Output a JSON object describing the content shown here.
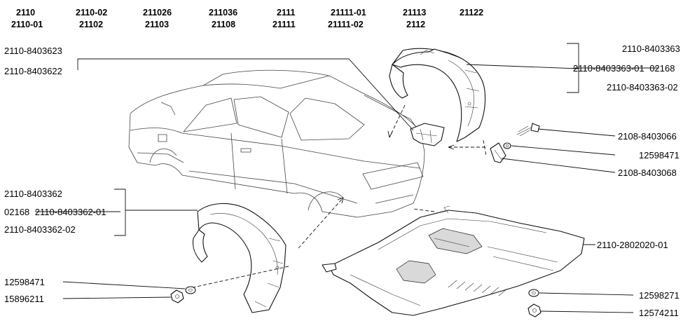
{
  "models": [
    {
      "line1": "2110",
      "line2": "2110-01"
    },
    {
      "line1": "2110-02",
      "line2": "21102"
    },
    {
      "line1": "211026",
      "line2": "21103"
    },
    {
      "line1": "211036",
      "line2": "21108"
    },
    {
      "line1": "2111",
      "line2": "21111"
    },
    {
      "line1": "21111-01",
      "line2": "21111-02"
    },
    {
      "line1": "21113",
      "line2": "2112"
    },
    {
      "line1": "21122",
      "line2": ""
    }
  ],
  "labels": {
    "front_fender_liner_pair": [
      "2110-8403623",
      "2110-8403622"
    ],
    "right_liner": {
      "main": "2110-8403363",
      "alt_prefix": "2110-8403363-01",
      "alt_suffix": "02168",
      "alt2": "2110-8403363-02"
    },
    "screw": "2108-8403066",
    "washer_top": "12598471",
    "clip": "2108-8403068",
    "left_liner": {
      "main": "2110-8403362",
      "alt_prefix": "02168",
      "alt_code": "2110-8403362-01",
      "alt2": "2110-8403362-02"
    },
    "engine_shield": "2110-2802020-01",
    "washer_left": "12598471",
    "nut_left": "15896211",
    "washer_right": "12598271",
    "nut_right": "12574211"
  }
}
